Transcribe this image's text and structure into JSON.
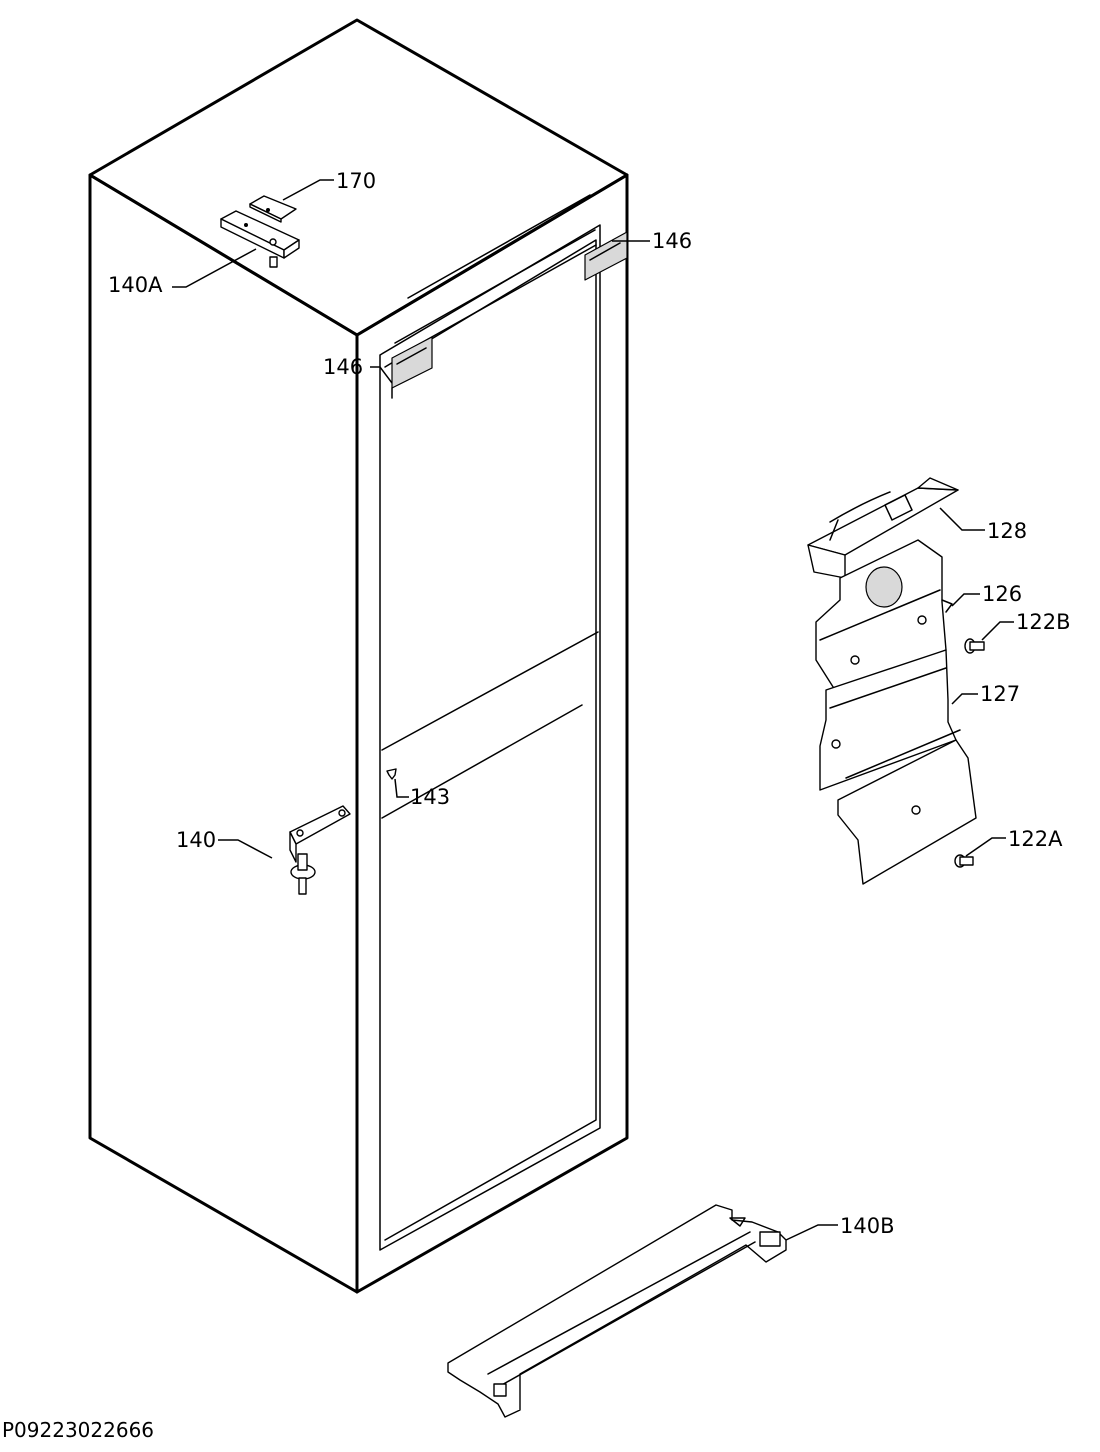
{
  "labels": {
    "p170": "170",
    "p140A": "140A",
    "p146_top": "146",
    "p146_side": "146",
    "p128": "128",
    "p126": "126",
    "p122B": "122B",
    "p127": "127",
    "p143": "143",
    "p140": "140",
    "p122A": "122A",
    "p140B": "140B"
  },
  "drawing_code": "P09223022666"
}
